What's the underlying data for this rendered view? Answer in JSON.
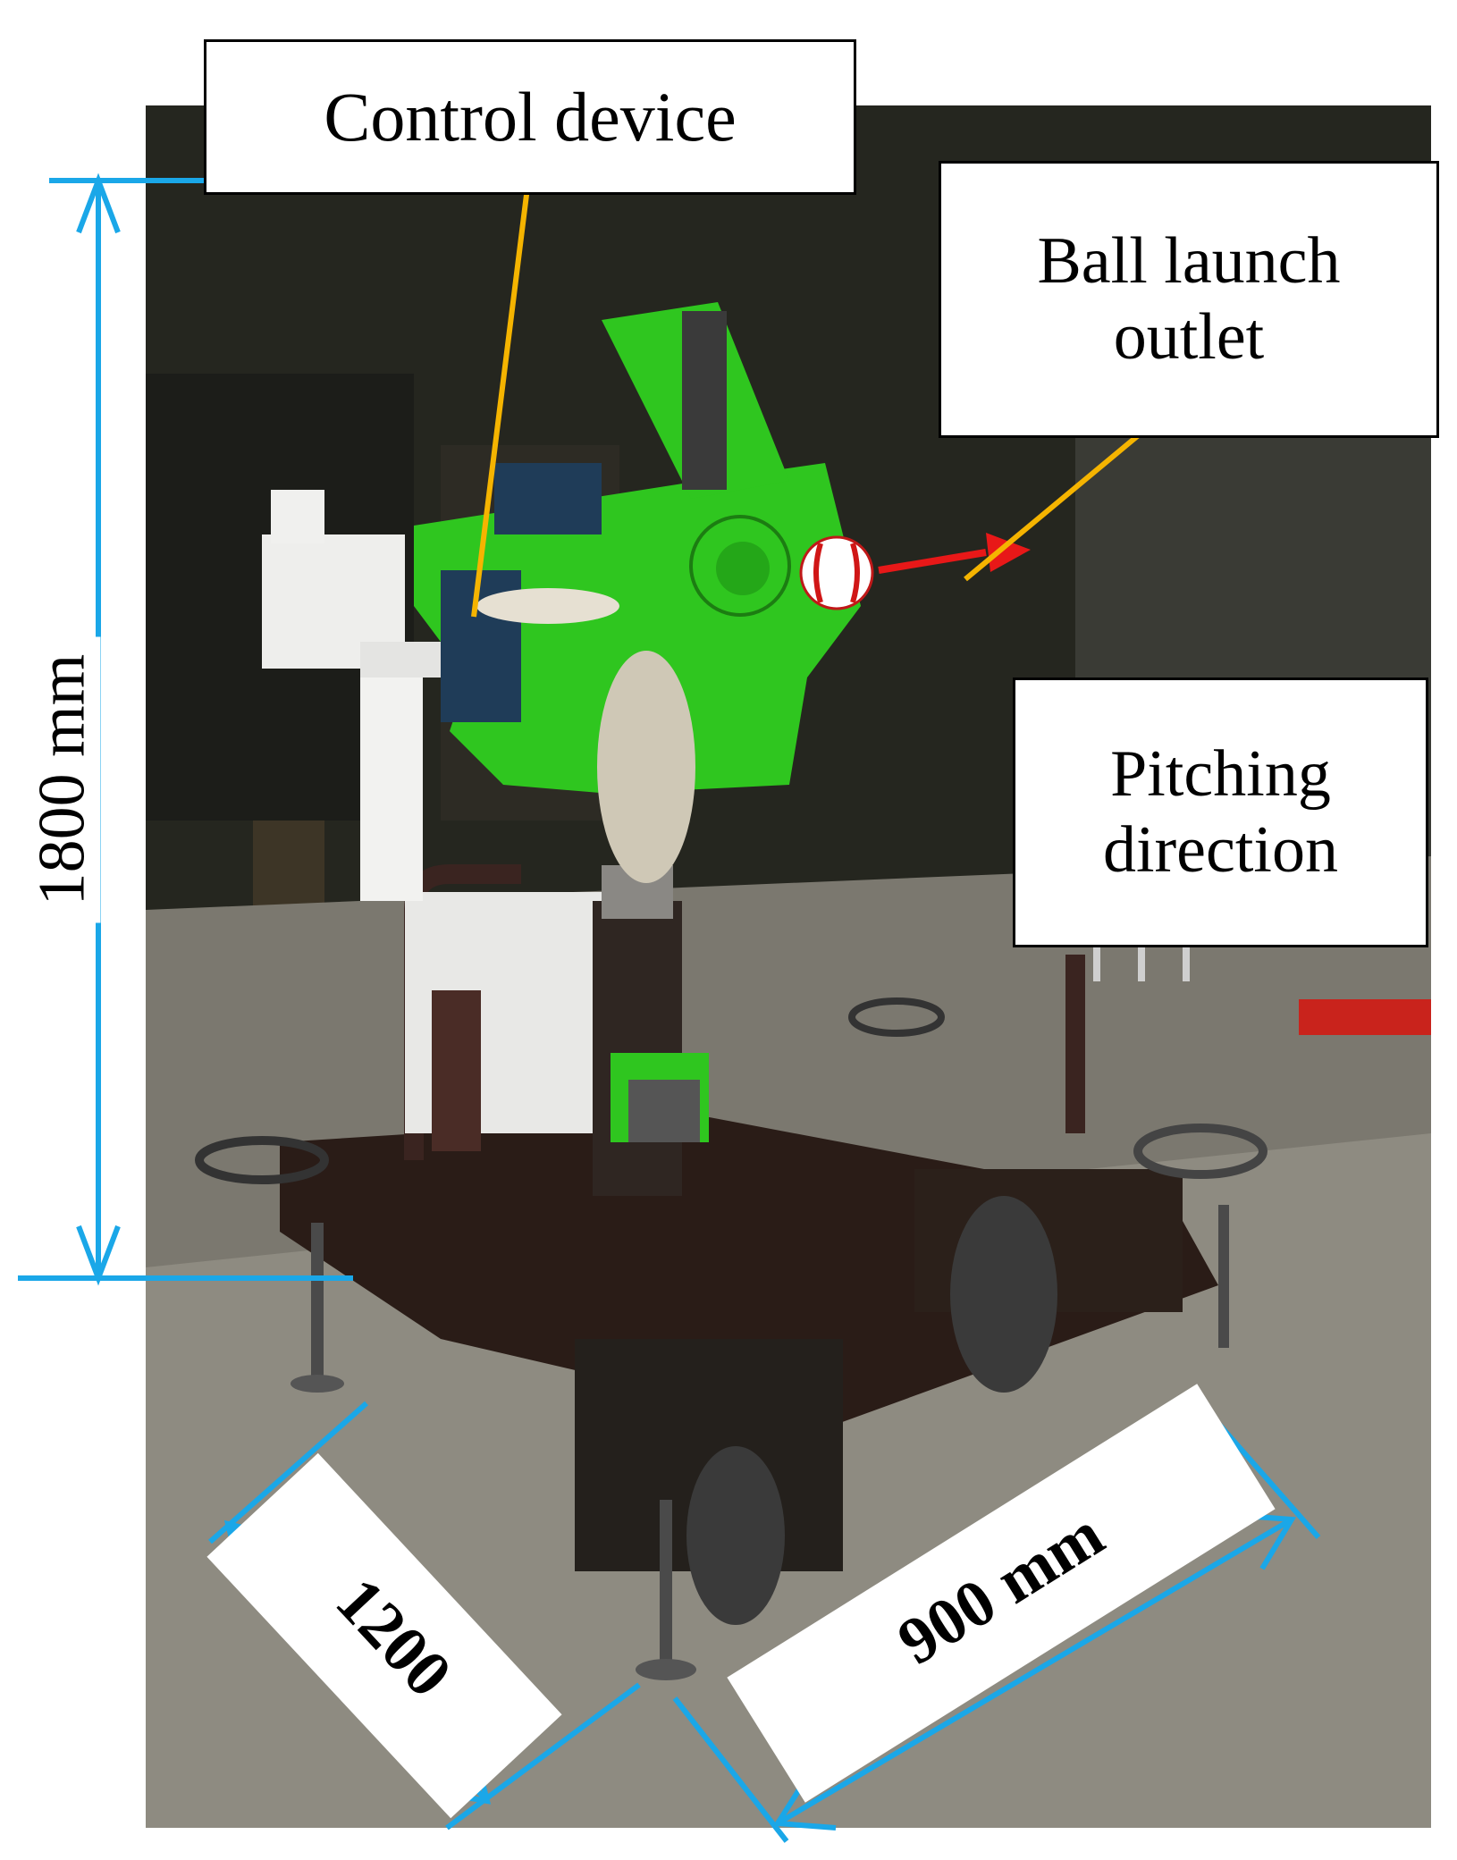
{
  "labels": {
    "control_device": "Control device",
    "ball_launch_outlet_line1": "Ball launch",
    "ball_launch_outlet_line2": "outlet",
    "pitching_direction_line1": "Pitching",
    "pitching_direction_line2": "direction"
  },
  "dimensions": {
    "height": "1800 mm",
    "depth": "1200",
    "width": "900 mm"
  },
  "colors": {
    "dimension_line": "#1aa7e8",
    "leader_line": "#f5b400",
    "machine_green": "#2fc61f",
    "direction_arrow": "#e81818"
  }
}
